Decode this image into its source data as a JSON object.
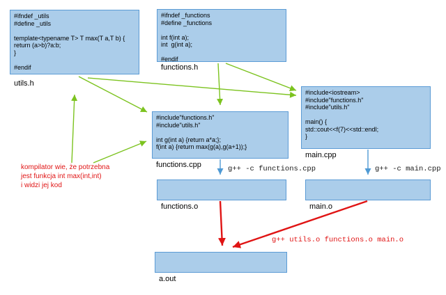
{
  "boxes": {
    "utils_h": {
      "code": "#ifndef _utils\n#define _utils\n\ntemplate<typename T> T max(T a,T b) {\nreturn (a>b)?a:b;\n}\n\n#endif",
      "label": "utils.h"
    },
    "functions_h": {
      "code": "#ifndef _functions\n#define _functions\n\nint f(int a);\nint  g(int a);\n\n#endif",
      "label": "functions.h"
    },
    "functions_cpp": {
      "code": "#include\"functions.h\"\n#include\"utils.h\"\n\nint g(int a) {return a*a;};\nf(int a) {return max(g(a),g(a+1));}",
      "label": "functions.cpp"
    },
    "main_cpp": {
      "code": "#include<iostream>\n#include\"functions.h\"\n#include\"utils.h\"\n\nmain() {\nstd::cout<<f(7)<<std::endl;\n}",
      "label": "main.cpp"
    },
    "functions_o": {
      "label": "functions.o"
    },
    "main_o": {
      "label": "main.o"
    },
    "a_out": {
      "label": "a.out"
    }
  },
  "commands": {
    "compile_functions": "g++ -c functions.cpp",
    "compile_main": "g++ -c main.cpp",
    "link": "g++ utils.o functions.o main.o"
  },
  "annotation": "kompilator wie, że potrzebna\njest funkcja int max(int,int)\ni widzi jej kod",
  "colors": {
    "box_fill": "#abcdea",
    "box_border": "#5b9bd5",
    "include_arrow": "#7cc31f",
    "compile_arrow": "#4f9ad4",
    "link_arrow": "#e01414",
    "annotation_text": "#e01414"
  }
}
